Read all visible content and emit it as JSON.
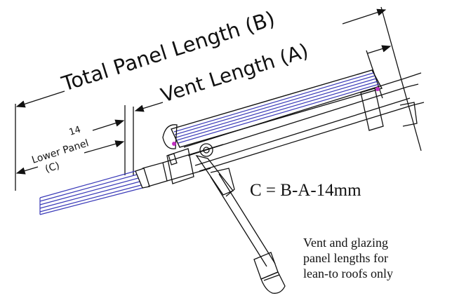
{
  "labels": {
    "total_panel_length": "Total Panel Length (B)",
    "vent_length": "Vent Length (A)",
    "dim_14": "14",
    "lower_panel": "Lower Panel",
    "c_label": "(C)",
    "formula": "C = B-A-14mm",
    "note_line1": "Vent and glazing",
    "note_line2": "panel lengths for",
    "note_line3": "lean-to roofs only"
  },
  "colors": {
    "line": "#111111",
    "glazing_blue": "#3a3ab8",
    "accent_magenta": "#c030c0"
  }
}
